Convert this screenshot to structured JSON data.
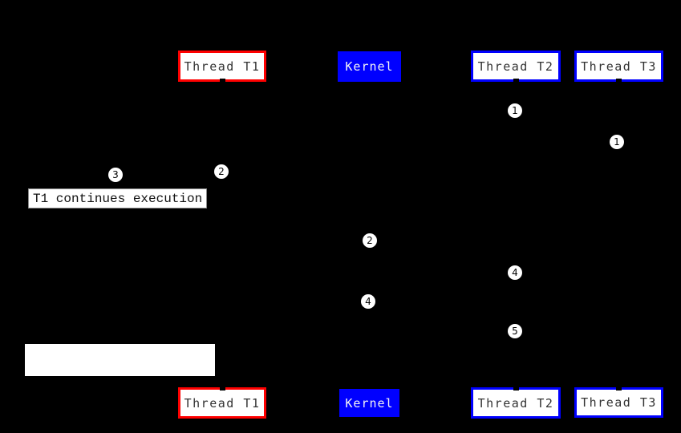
{
  "figure": {
    "type": "thread-scheduling-sequence-diagram",
    "background": "#000000",
    "colors": {
      "t1_box_border": "#ff0000",
      "t2_t3_box_border": "#0000ff",
      "kernel_box_fill": "#0000ff",
      "thread_box_fill": "#ffffff",
      "thread_box_text": "#333333",
      "kernel_box_text": "#f5f5f5",
      "marker_fill": "#ffffff",
      "marker_text": "#000000"
    },
    "columns": [
      {
        "id": "thread-t1",
        "label": "Thread T1"
      },
      {
        "id": "kernel",
        "label": "Kernel"
      },
      {
        "id": "thread-t2",
        "label": "Thread T2"
      },
      {
        "id": "thread-t3",
        "label": "Thread T3"
      }
    ],
    "step_markers": [
      {
        "number": "1",
        "near": "thread-t2-lifeline"
      },
      {
        "number": "1",
        "near": "thread-t3-lifeline"
      },
      {
        "number": "3",
        "near": "left-of-thread-t1"
      },
      {
        "number": "2",
        "near": "thread-t1-lifeline"
      },
      {
        "number": "2",
        "near": "kernel-lifeline"
      },
      {
        "number": "4",
        "near": "thread-t2-lifeline"
      },
      {
        "number": "4",
        "near": "kernel-lifeline"
      },
      {
        "number": "5",
        "near": "thread-t2-lifeline"
      }
    ],
    "annotations": [
      {
        "text": "T1 continues execution"
      },
      {
        "text": ""
      }
    ]
  }
}
